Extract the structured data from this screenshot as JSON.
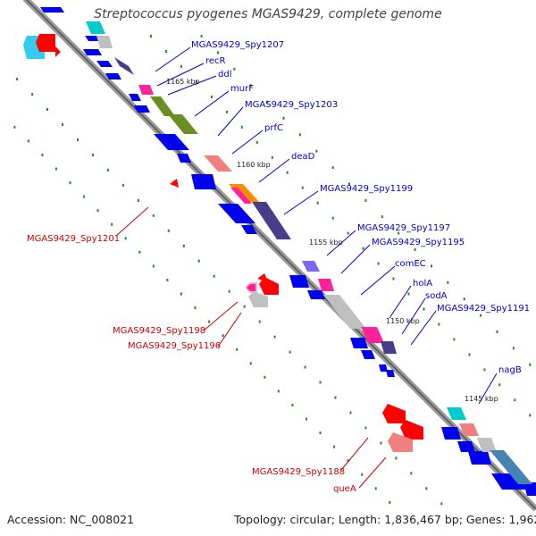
{
  "title": "Streptococcus pyogenes MGAS9429, complete genome",
  "footer": {
    "accession": "Accession: NC_008021",
    "topology": "Topology: circular; Length: 1,836,467 bp; Genes: 1,962"
  },
  "ticks": [
    "1165 kbp",
    "1160 kbp",
    "1155 kbp",
    "1150 kbp",
    "1145 kbp"
  ],
  "labels_forward": [
    "MGAS9429_Spy1207",
    "recR",
    "ddl",
    "murF",
    "MGAS9429_Spy1203",
    "prfC",
    "deaD",
    "MGAS9429_Spy1199",
    "MGAS9429_Spy1197",
    "MGAS9429_Spy1195",
    "comEC",
    "holA",
    "sodA",
    "MGAS9429_Spy1191",
    "nagB"
  ],
  "labels_reverse": [
    "MGAS9429_Spy1201",
    "MGAS9429_Spy1198",
    "MGAS9429_Spy1196",
    "MGAS9429_Spy1188",
    "queA"
  ],
  "colors": {
    "cds_blue": "#0000ee",
    "forward_label": "#0000cc",
    "reverse_label": "#cc0000",
    "red": "#ff0000",
    "pink": "#f08080",
    "magenta": "#ff2299",
    "olive": "#6b8e23",
    "slate": "#483d8b",
    "cyan": "#00cccc",
    "gray": "#c0c0c0",
    "steelblue": "#4682b4",
    "orange": "#ff8c00",
    "light_pink": "#f4b8c8",
    "gc_green": "#228b22"
  }
}
